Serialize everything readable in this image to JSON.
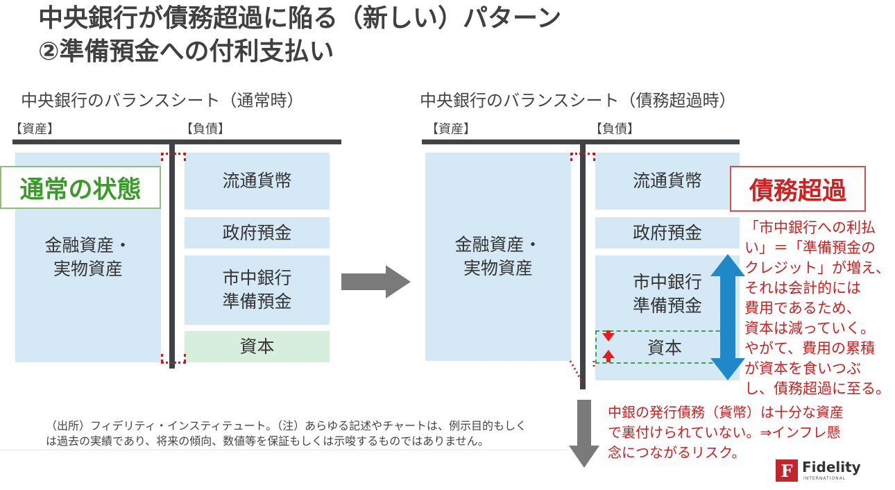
{
  "title": {
    "line1": "中央銀行が債務超過に陥る（新しい）パターン",
    "line2": "②準備預金への付利支払い"
  },
  "left": {
    "heading": "中央銀行のバランスシート（通常時）",
    "assets_label": "【資産】",
    "liabilities_label": "【負債】",
    "asset_box": [
      "金融資産・",
      "実物資産"
    ],
    "liabilities": [
      "流通貨幣",
      "政府預金"
    ],
    "reserves": [
      "市中銀行",
      "準備預金"
    ],
    "capital": "資本",
    "status": "通常の状態"
  },
  "right": {
    "heading": "中央銀行のバランスシート（債務超過時）",
    "assets_label": "【資産】",
    "liabilities_label": "【負債】",
    "asset_box": [
      "金融資産・",
      "実物資産"
    ],
    "liabilities": [
      "流通貨幣",
      "政府預金"
    ],
    "reserves": [
      "市中銀行",
      "準備預金"
    ],
    "capital": "資本",
    "status": "債務超過"
  },
  "explanation": [
    "「市中銀行への利払",
    "い」＝「準備預金の",
    "クレジット」が増え、",
    "それは会計的には",
    "費用であるため、",
    "資本は減っていく。",
    "やがて、費用の累積",
    "が資本を食いつぶ",
    "し、債務超過に至る。"
  ],
  "risk_note": [
    "中銀の発行債務（貨幣）は十分な資産",
    "で裏付けられていない。⇒インフレ懸",
    "念につながるリスク。"
  ],
  "footnote": [
    "（出所）フィデリティ・インスティテュート。（注）あらゆる記述やチャートは、例示目的もしく",
    "は過去の実績であり、将来の傾向、数値等を保証もしくは示唆するものではありません。"
  ],
  "logo": {
    "name": "Fidelity",
    "sub": "INTERNATIONAL",
    "mark": "F"
  },
  "colors": {
    "box_blue": "#d5e8f5",
    "box_green": "#d8eedc",
    "bar": "#3e4348",
    "red": "#cc1f1f",
    "green_text": "#3a9a2a",
    "arrow_gray": "#7a7a7a",
    "arrow_blue": "#1f88c8",
    "logo_red": "#c0262c"
  }
}
